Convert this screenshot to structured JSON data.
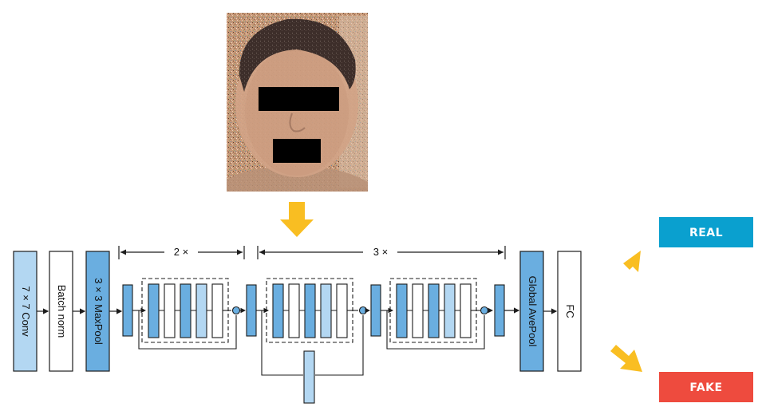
{
  "diagram": {
    "blocks": {
      "conv": "7 × 7 Conv",
      "batchnorm": "Batch norm",
      "maxpool": "3 × 3 MaxPool",
      "avepool": "Global AvePool",
      "fc": "FC"
    },
    "repeat_labels": {
      "stage1": "2 ×",
      "stage2": "3 ×"
    },
    "outputs": {
      "real": "REAL",
      "fake": "FAKE"
    },
    "colors": {
      "dark_block": "#6aaee0",
      "light_block": "#b3d7f2",
      "block_stroke": "#1d1d1d",
      "arrow_yellow": "#f9be22",
      "real_badge": "#0aa0cf",
      "fake_badge": "#ee4b3e",
      "photo_bg": "#c89a78"
    }
  }
}
